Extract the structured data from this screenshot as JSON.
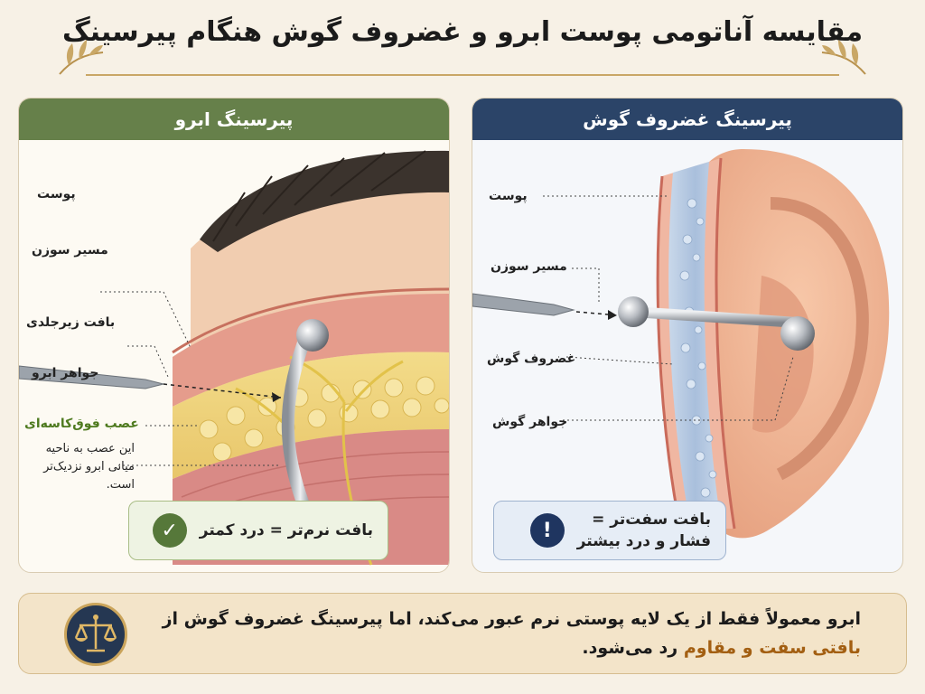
{
  "title": "مقایسه آناتومی پوست ابرو و غضروف گوش هنگام پیرسینگ",
  "left_panel": {
    "header": "پیرسینگ ابرو",
    "labels": {
      "skin": "پوست",
      "needle_path": "مسیر سوزن",
      "subcutaneous": "بافت زیرجلدی",
      "jewelry": "جواهر ابرو",
      "nerve": "عصب فوق‌کاسه‌ای"
    },
    "nerve_note": "این عصب به ناحیه میانی ابرو نزدیک‌تر است.",
    "callout": "بافت نرم‌تر = درد کمتر",
    "callout_icon": "check-icon"
  },
  "right_panel": {
    "header": "پیرسینگ غضروف گوش",
    "labels": {
      "skin": "پوست",
      "needle_path": "مسیر سوزن",
      "cartilage": "غضروف گوش",
      "jewelry": "جواهر گوش"
    },
    "callout_line1": "بافت سفت‌تر =",
    "callout_line2": "فشار و درد بیشتر",
    "callout_icon": "exclamation-icon"
  },
  "summary": {
    "line1": "ابرو معمولاً فقط از یک لایه پوستی نرم عبور می‌کند، اما پیرسینگ غضروف گوش از",
    "line2_highlight": "بافتی سفت و مقاوم",
    "line2_rest": "رد می‌شود.",
    "icon": "balance-scale-icon"
  },
  "colors": {
    "left_header": "#66804a",
    "right_header": "#2b4468",
    "highlight": "#a35f12",
    "nerve_label": "#4e7a1f"
  }
}
